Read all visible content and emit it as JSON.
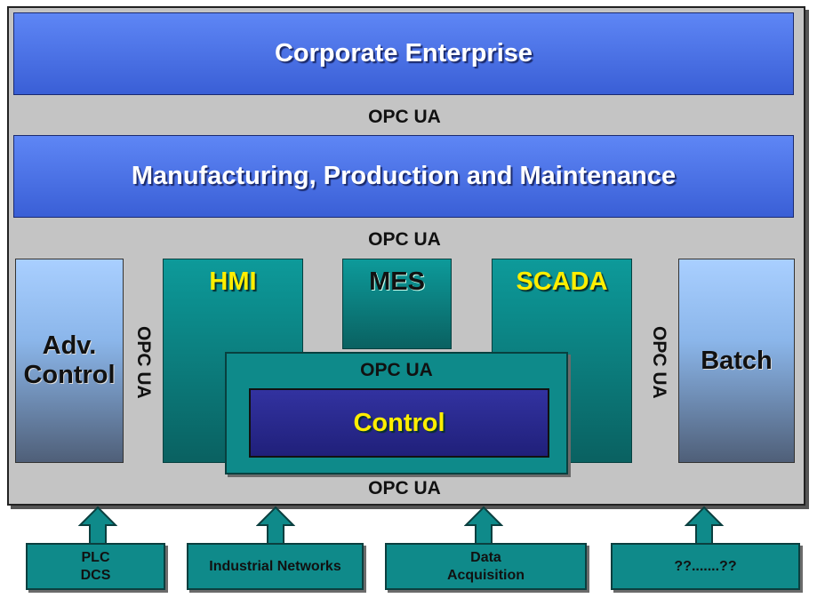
{
  "diagram": {
    "corporate": "Corporate Enterprise",
    "opc_top": "OPC UA",
    "manufacturing": "Manufacturing, Production and Maintenance",
    "opc_mid": "OPC UA",
    "adv_control": "Adv.\nControl",
    "opc_left": "OPC UA",
    "hmi": "HMI",
    "mes": "MES",
    "scada": "SCADA",
    "opc_inner": "OPC UA",
    "control": "Control",
    "opc_right": "OPC UA",
    "batch": "Batch",
    "opc_bottom": "OPC UA"
  },
  "inputs": [
    {
      "label": "PLC\nDCS"
    },
    {
      "label": "Industrial Networks"
    },
    {
      "label": "Data\nAcquisition"
    },
    {
      "label": "??.......??"
    }
  ],
  "colors": {
    "frame": "#c4c4c4",
    "blue_bar": "#4a72e8",
    "teal": "#0b8080",
    "control_navy": "#2a2a8c",
    "yellow_text": "#ffee00"
  }
}
